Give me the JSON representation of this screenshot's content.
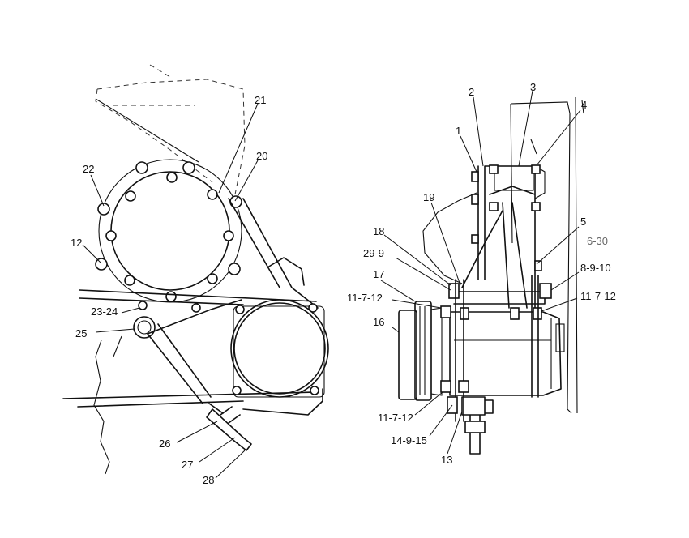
{
  "callouts": [
    {
      "id": "c21",
      "text": "21"
    },
    {
      "id": "c20",
      "text": "20"
    },
    {
      "id": "c22",
      "text": "22"
    },
    {
      "id": "c12",
      "text": "12"
    },
    {
      "id": "c2324",
      "text": "23-24"
    },
    {
      "id": "c25",
      "text": "25"
    },
    {
      "id": "c26",
      "text": "26"
    },
    {
      "id": "c27",
      "text": "27"
    },
    {
      "id": "c28",
      "text": "28"
    },
    {
      "id": "c2",
      "text": "2"
    },
    {
      "id": "c3",
      "text": "3"
    },
    {
      "id": "c4",
      "text": "4"
    },
    {
      "id": "c1",
      "text": "1"
    },
    {
      "id": "c19",
      "text": "19"
    },
    {
      "id": "c18",
      "text": "18"
    },
    {
      "id": "c299",
      "text": "29-9"
    },
    {
      "id": "c17",
      "text": "17"
    },
    {
      "id": "c11712a",
      "text": "11-7-12"
    },
    {
      "id": "c16",
      "text": "16"
    },
    {
      "id": "c5",
      "text": "5"
    },
    {
      "id": "c630",
      "text": "6-30"
    },
    {
      "id": "c8910",
      "text": "8-9-10"
    },
    {
      "id": "c11712b",
      "text": "11-7-12"
    },
    {
      "id": "c11712c",
      "text": "11-7-12"
    },
    {
      "id": "c14915",
      "text": "14-9-15"
    },
    {
      "id": "c13",
      "text": "13"
    }
  ],
  "colors": {
    "line": "#111111",
    "gray_label": "#666666",
    "background": "#ffffff"
  }
}
